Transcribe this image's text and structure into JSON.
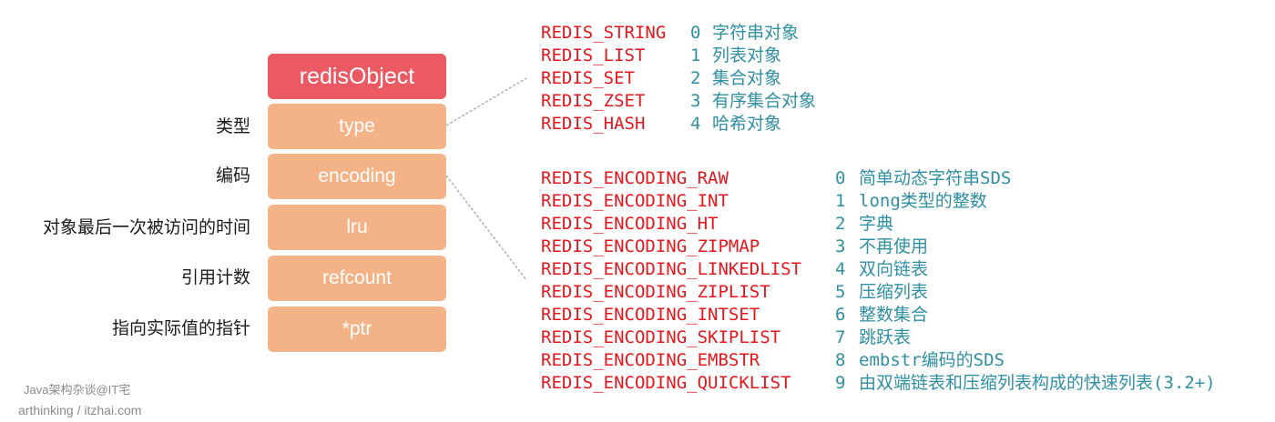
{
  "struct": {
    "title": "redisObject",
    "fields": [
      {
        "name": "type",
        "label": "类型"
      },
      {
        "name": "encoding",
        "label": "编码"
      },
      {
        "name": "lru",
        "label": "对象最后一次被访问的时间"
      },
      {
        "name": "refcount",
        "label": "引用计数"
      },
      {
        "name": "*ptr",
        "label": "指向实际值的指针"
      }
    ]
  },
  "types": [
    {
      "name": "REDIS_STRING",
      "value": "0",
      "desc": "字符串对象"
    },
    {
      "name": "REDIS_LIST",
      "value": "1",
      "desc": "列表对象"
    },
    {
      "name": "REDIS_SET",
      "value": "2",
      "desc": "集合对象"
    },
    {
      "name": "REDIS_ZSET",
      "value": "3",
      "desc": "有序集合对象"
    },
    {
      "name": "REDIS_HASH",
      "value": "4",
      "desc": "哈希对象"
    }
  ],
  "encodings": [
    {
      "name": "REDIS_ENCODING_RAW",
      "value": "0",
      "desc": "简单动态字符串SDS"
    },
    {
      "name": "REDIS_ENCODING_INT",
      "value": "1",
      "desc": "long类型的整数"
    },
    {
      "name": "REDIS_ENCODING_HT",
      "value": "2",
      "desc": "字典"
    },
    {
      "name": "REDIS_ENCODING_ZIPMAP",
      "value": "3",
      "desc": "不再使用"
    },
    {
      "name": "REDIS_ENCODING_LINKEDLIST",
      "value": "4",
      "desc": "双向链表"
    },
    {
      "name": "REDIS_ENCODING_ZIPLIST",
      "value": "5",
      "desc": "压缩列表"
    },
    {
      "name": "REDIS_ENCODING_INTSET",
      "value": "6",
      "desc": "整数集合"
    },
    {
      "name": "REDIS_ENCODING_SKIPLIST",
      "value": "7",
      "desc": "跳跃表"
    },
    {
      "name": "REDIS_ENCODING_EMBSTR",
      "value": "8",
      "desc": "embstr编码的SDS"
    },
    {
      "name": "REDIS_ENCODING_QUICKLIST",
      "value": "9",
      "desc": "由双端链表和压缩列表构成的快速列表(3.2+)"
    }
  ],
  "watermark": {
    "line1": "Java架构杂谈@IT宅",
    "line2": "arthinking / itzhai.com"
  },
  "colors": {
    "header_box": "#eb5a63",
    "field_box": "#f4b387",
    "code_name": "#e8161c",
    "code_value": "#2f8fa3",
    "connector": "#b0b0b0"
  }
}
